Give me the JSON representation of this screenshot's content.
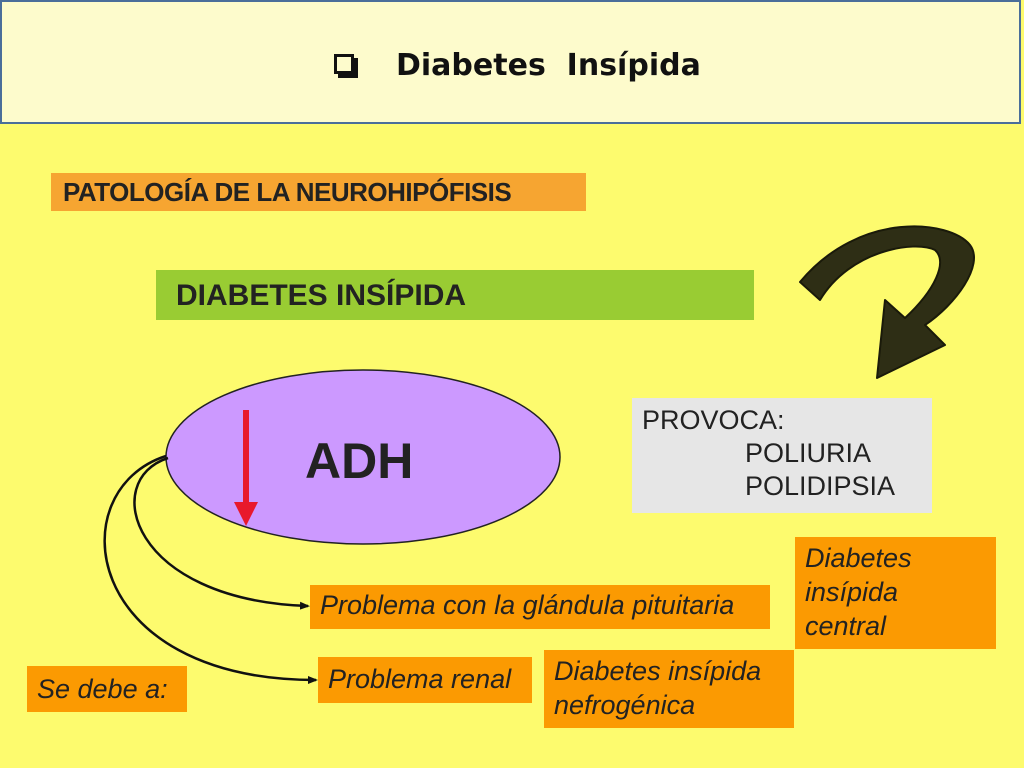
{
  "title": "Diabetes  Insípida",
  "patologia_label": "PATOLOGÍA DE LA NEUROHIPÓFISIS",
  "diabetes_insipida_label": "DIABETES INSÍPIDA",
  "adh_label": "ADH",
  "provoca": {
    "heading": "PROVOCA:",
    "items": [
      "POLIURIA",
      "POLIDIPSIA"
    ]
  },
  "causes": {
    "pituitary": "Problema con la glándula pituitaria",
    "renal": "Problema renal"
  },
  "types": {
    "central": [
      "Diabetes",
      "insípida",
      "central"
    ],
    "nefrogenica": [
      "Diabetes insípida",
      "nefrogénica"
    ]
  },
  "se_debe_a": "Se debe a:",
  "colors": {
    "background": "#fdfb6e",
    "title_bar": "#fdfbcc",
    "orange": "#fb9a02",
    "light_orange": "#f6a531",
    "green": "#99cc33",
    "ellipse": "#cc99ff",
    "red_arrow": "#e8192c",
    "curved_arrow": "#2e2e15"
  }
}
